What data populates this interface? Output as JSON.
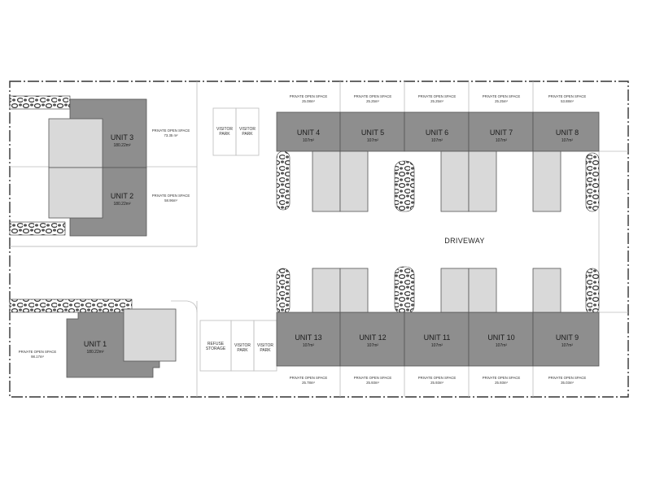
{
  "colors": {
    "unit_fill": "#8e8e8e",
    "garage_fill": "#d9d9d9",
    "line": "#b5b5b5",
    "boundary": "#333333"
  },
  "driveway": {
    "label": "DRIVEWAY"
  },
  "units": [
    {
      "key": "u1",
      "name": "UNIT 1",
      "area": "180.22m²"
    },
    {
      "key": "u2",
      "name": "UNIT 2",
      "area": "180.22m²"
    },
    {
      "key": "u3",
      "name": "UNIT 3",
      "area": "180.22m²"
    },
    {
      "key": "u4",
      "name": "UNIT 4",
      "area": "107m²"
    },
    {
      "key": "u5",
      "name": "UNIT 5",
      "area": "107m²"
    },
    {
      "key": "u6",
      "name": "UNIT 6",
      "area": "107m²"
    },
    {
      "key": "u7",
      "name": "UNIT 7",
      "area": "107m²"
    },
    {
      "key": "u8",
      "name": "UNIT 8",
      "area": "107m²"
    },
    {
      "key": "u9",
      "name": "UNIT 9",
      "area": "107m²"
    },
    {
      "key": "u10",
      "name": "UNIT 10",
      "area": "107m²"
    },
    {
      "key": "u11",
      "name": "UNIT 11",
      "area": "107m²"
    },
    {
      "key": "u12",
      "name": "UNIT 12",
      "area": "107m²"
    },
    {
      "key": "u13",
      "name": "UNIT 13",
      "area": "107m²"
    }
  ],
  "open_spaces": [
    {
      "key": "u1",
      "label": "PRIVATE OPEN SPACE",
      "area": "98.17m²"
    },
    {
      "key": "u2",
      "label": "PRIVATE OPEN SPACE",
      "area": "58.96m²"
    },
    {
      "key": "u3",
      "label": "PRIVATE OPEN SPACE",
      "area": "73.35 m²"
    },
    {
      "key": "u4",
      "label": "PRIVATE OPEN SPACE",
      "area": "25.08m²"
    },
    {
      "key": "u5",
      "label": "PRIVATE OPEN SPACE",
      "area": "25.25m²"
    },
    {
      "key": "u6",
      "label": "PRIVATE OPEN SPACE",
      "area": "25.25m²"
    },
    {
      "key": "u7",
      "label": "PRIVATE OPEN SPACE",
      "area": "25.25m²"
    },
    {
      "key": "u8",
      "label": "PRIVATE OPEN SPACE",
      "area": "53.88m²"
    },
    {
      "key": "u9",
      "label": "PRIVATE OPEN SPACE",
      "area": "35.03m²"
    },
    {
      "key": "u10",
      "label": "PRIVATE OPEN SPACE",
      "area": "25.93m²"
    },
    {
      "key": "u11",
      "label": "PRIVATE OPEN SPACE",
      "area": "25.93m²"
    },
    {
      "key": "u12",
      "label": "PRIVATE OPEN SPACE",
      "area": "25.93m²"
    },
    {
      "key": "u13",
      "label": "PRIVATE OPEN SPACE",
      "area": "25.78m²"
    }
  ],
  "visitor_parks": [
    {
      "key": "vp1",
      "line1": "VISITOR",
      "line2": "PARK"
    },
    {
      "key": "vp2",
      "line1": "VISITOR",
      "line2": "PARK"
    },
    {
      "key": "vp3",
      "line1": "VISITOR",
      "line2": "PARK"
    },
    {
      "key": "vp4",
      "line1": "VISITOR",
      "line2": "PARK"
    }
  ],
  "refuse": {
    "line1": "REFUSE",
    "line2": "STORAGE"
  }
}
